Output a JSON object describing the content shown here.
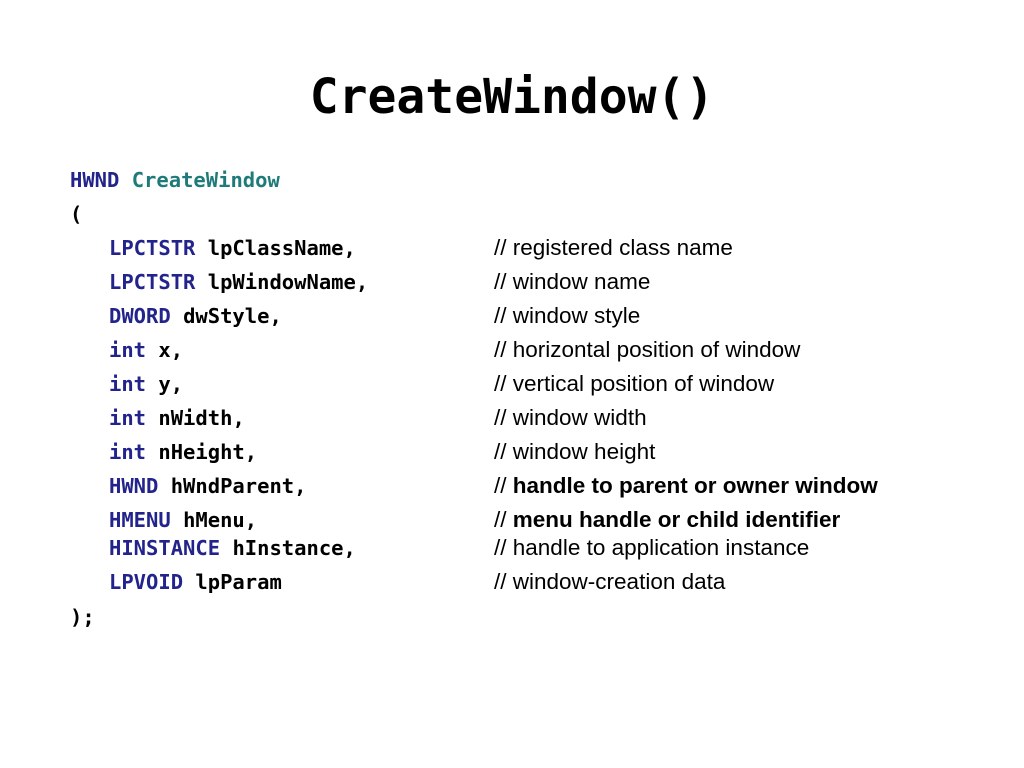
{
  "title": "CreateWindow()",
  "code": {
    "return_type": "HWND",
    "function_name": "CreateWindow",
    "open_paren": "(",
    "close": ");",
    "params": [
      {
        "type": "LPCTSTR",
        "name": "lpClassName",
        "sep": ",",
        "comment_prefix": "// ",
        "comment": "registered class name",
        "bold_comment": false
      },
      {
        "type": "LPCTSTR",
        "name": "lpWindowName",
        "sep": ",",
        "comment_prefix": "// ",
        "comment": "window name",
        "bold_comment": false
      },
      {
        "type": "DWORD",
        "name": "dwStyle",
        "sep": ",",
        "comment_prefix": "// ",
        "comment": "window style",
        "bold_comment": false
      },
      {
        "type": "int",
        "name": "x",
        "sep": ",",
        "comment_prefix": "// ",
        "comment": "horizontal position of window",
        "bold_comment": false
      },
      {
        "type": "int",
        "name": "y",
        "sep": ",",
        "comment_prefix": "// ",
        "comment": "vertical position of window",
        "bold_comment": false
      },
      {
        "type": "int",
        "name": "nWidth",
        "sep": ",",
        "comment_prefix": "// ",
        "comment": "window width",
        "bold_comment": false
      },
      {
        "type": "int",
        "name": "nHeight",
        "sep": ",",
        "comment_prefix": "// ",
        "comment": "window height",
        "bold_comment": false
      },
      {
        "type": "HWND",
        "name": "hWndParent",
        "sep": ",",
        "comment_prefix": "// ",
        "comment": "handle to parent or owner window",
        "bold_comment": true
      },
      {
        "type": "HMENU",
        "name": "hMenu",
        "sep": ",",
        "comment_prefix": "// ",
        "comment": "menu handle or child identifier",
        "bold_comment": true
      },
      {
        "type": "HINSTANCE",
        "name": "hInstance",
        "sep": ",",
        "comment_prefix": "// ",
        "comment": "handle to application instance",
        "bold_comment": false
      },
      {
        "type": "LPVOID",
        "name": "lpParam",
        "sep": "",
        "comment_prefix": "// ",
        "comment": "window-creation data",
        "bold_comment": false
      }
    ]
  }
}
